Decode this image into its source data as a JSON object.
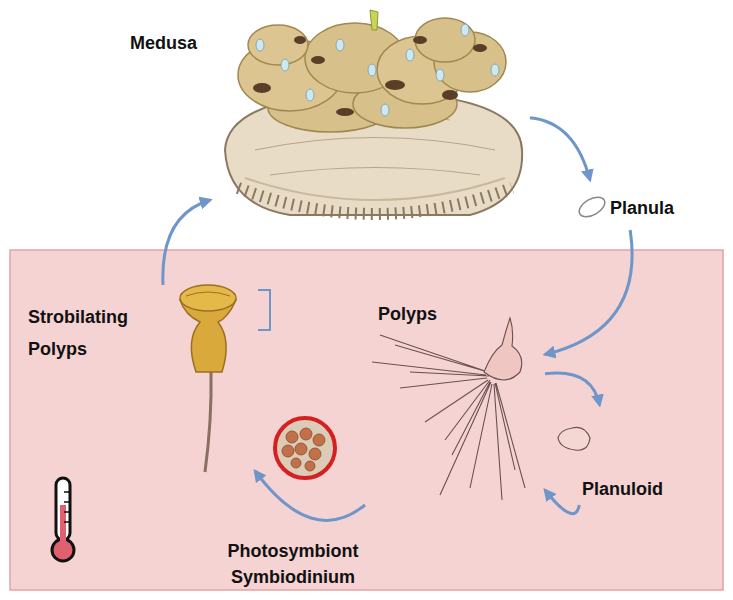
{
  "diagram": {
    "nodes": [
      {
        "text": [
          "Medusa"
        ]
      },
      {
        "text": [
          "Planula"
        ]
      },
      {
        "text": [
          "Polyps"
        ]
      },
      {
        "text": [
          "Planuloid"
        ]
      },
      {
        "text": [
          "Strobilating Polyps"
        ]
      }
    ],
    "edges": [
      {
        "from": 0,
        "to": 1,
        "arrow": "to"
      },
      {
        "from": 1,
        "to": 2,
        "arrow": "to"
      },
      {
        "from": 2,
        "to": 3,
        "arrow": "to"
      },
      {
        "from": 3,
        "to": 2,
        "arrow": "to"
      },
      {
        "from": 2,
        "to": 4,
        "label": "Photosymbiont Symbiodinium",
        "arrow": "to"
      },
      {
        "from": 4,
        "to": 0,
        "arrow": "to"
      }
    ]
  }
}
